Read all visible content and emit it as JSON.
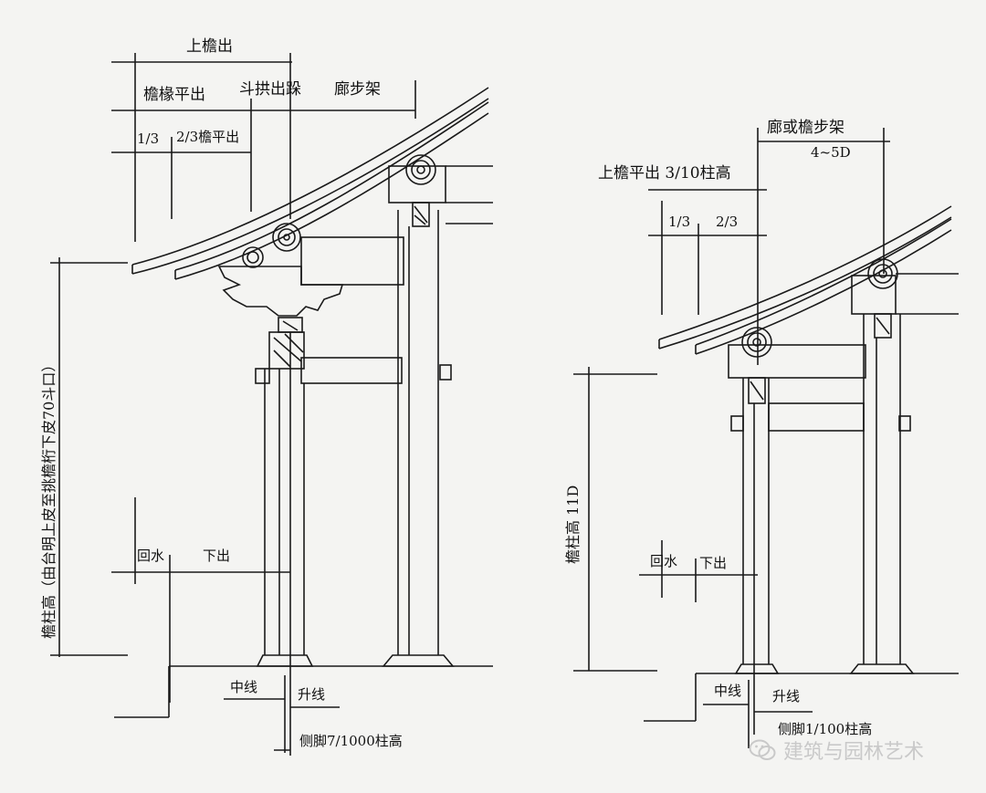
{
  "left": {
    "upper_eave_overhang": "上檐出",
    "rafter_overhang": "檐椽平出",
    "bracket_projection": "斗拱出跺",
    "corridor_span": "廊步架",
    "one_third": "1/3",
    "two_thirds_rafter": "2/3檐平出",
    "column_height_note": "檐柱高（由台明上皮至挑檐桁下皮70斗口）",
    "return_water": "回水",
    "lower_overhang": "下出",
    "center_line": "中线",
    "rise_line": "升线",
    "lean": "侧脚7/1000柱高"
  },
  "right": {
    "corridor_span": "廊或檐步架",
    "corridor_value": "4~5D",
    "upper_overhang": "上檐平出 3/10柱高",
    "one_third": "1/3",
    "two_thirds": "2/3",
    "column_height": "檐柱高 11D",
    "return_water": "回水",
    "lower_overhang": "下出",
    "center_line": "中线",
    "rise_line": "升线",
    "lean": "侧脚1/100柱高"
  },
  "watermark": "建筑与园林艺术",
  "colors": {
    "ink": "#1a1a1a",
    "paper": "#f4f4f2",
    "watermark": "#c9c9c9"
  },
  "icons": {
    "watermark_icon": "wechat-icon"
  }
}
